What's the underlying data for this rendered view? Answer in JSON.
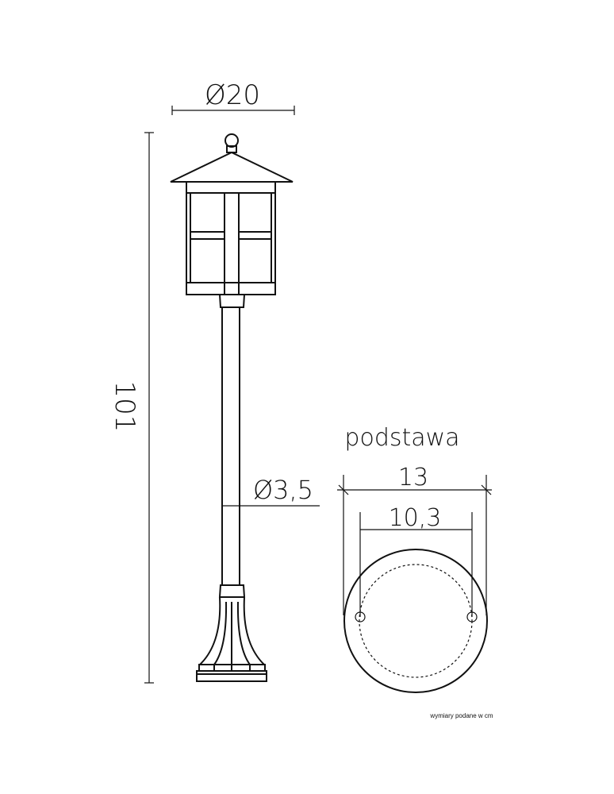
{
  "dimensions": {
    "lamp_diameter": "Ø20",
    "height": "101",
    "pole_diameter": "Ø3,5",
    "base_label": "podstawa",
    "base_diameter": "13",
    "mount_spacing": "10,3"
  },
  "note": "wymiary podane w cm"
}
